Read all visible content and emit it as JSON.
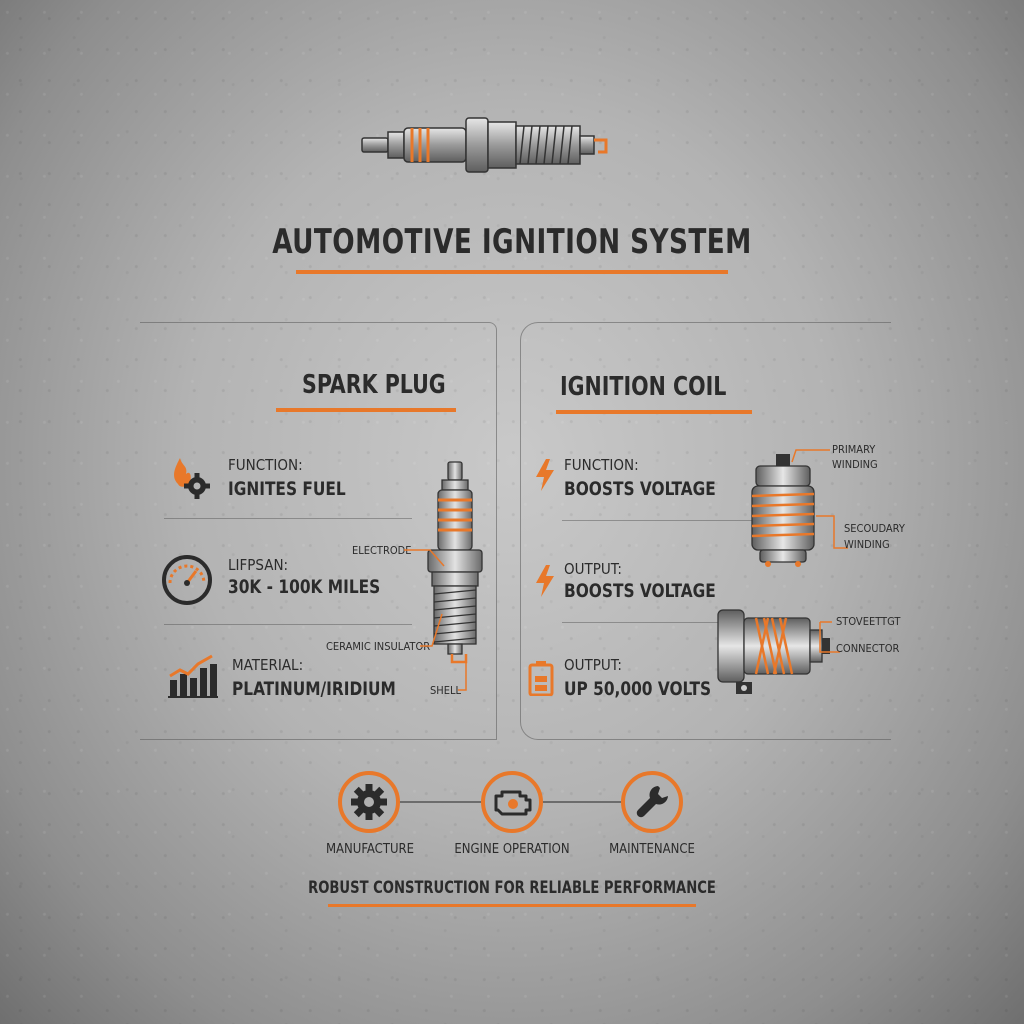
{
  "title": "AUTOMOTIVE IGNITION SYSTEM",
  "spark_plug": {
    "heading": "SPARK PLUG",
    "rows": [
      {
        "key": "FUNCTION:",
        "value": "IGNITES FUEL",
        "icon": "flame-gear-icon"
      },
      {
        "key": "LIFPSAN:",
        "value": "30K - 100K MILES",
        "icon": "gauge-icon"
      },
      {
        "key": "MATERIAL:",
        "value": "PLATINUM/IRIDIUM",
        "icon": "bar-chart-icon"
      }
    ],
    "callouts": {
      "electrode": "ELECTRODE",
      "insulator": "CERAMIC INSULATOR",
      "shell": "SHELL"
    }
  },
  "ignition_coil": {
    "heading": "IGNITION COIL",
    "rows": [
      {
        "key": "FUNCTION:",
        "value": "BOOSTS VOLTAGE",
        "icon": "lightning-icon"
      },
      {
        "key": "OUTPUT:",
        "value": "BOOSTS VOLTAGE",
        "icon": "lightning-icon"
      },
      {
        "key": "OUTPUT:",
        "value": "UP 50,000 VOLTS",
        "icon": "battery-icon"
      }
    ],
    "callouts": {
      "primary_1": "PRIMARY",
      "primary_2": "WINDING",
      "secondary_1": "SECOUDARY",
      "secondary_2": "WINDING",
      "conn_1": "STOVEETTGT",
      "conn_2": "CONNECTOR"
    }
  },
  "footer": {
    "steps": [
      {
        "label": "MANUFACTURE",
        "icon": "gear-icon"
      },
      {
        "label": "ENGINE OPERATION",
        "icon": "engine-icon"
      },
      {
        "label": "MAINTENANCE",
        "icon": "wrench-icon"
      }
    ],
    "tagline": "ROBUST CONSTRUCTION FOR RELIABLE PERFORMANCE"
  },
  "colors": {
    "accent": "#e8782a",
    "text": "#2b2b2b",
    "metal": "#9a9a9a"
  }
}
